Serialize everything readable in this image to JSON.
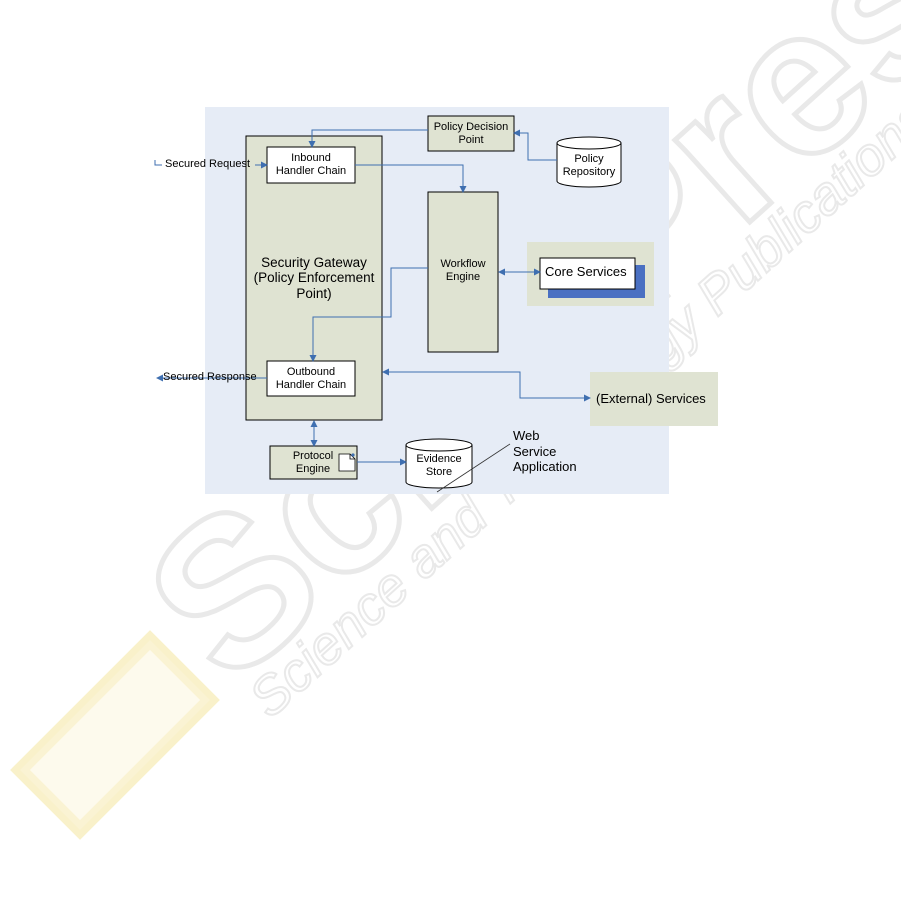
{
  "watermark": {
    "brand": "SciTePress",
    "tagline": "Science and Technology Publications"
  },
  "nodes": {
    "policy_decision_point": "Policy Decision\nPoint",
    "policy_repository": "Policy\nRepository",
    "inbound_handler_chain": "Inbound\nHandler Chain",
    "security_gateway": "Security Gateway\n(Policy Enforcement\nPoint)",
    "workflow_engine": "Workflow\nEngine",
    "core_services": "Core Services",
    "outbound_handler_chain": "Outbound\nHandler Chain",
    "external_services": "(External) Services",
    "protocol_engine": "Protocol\nEngine",
    "evidence_store": "Evidence\nStore",
    "web_service_application": "Web\nService\nApplication"
  },
  "edges": {
    "secured_request": "Secured Request",
    "secured_response": "Secured Response"
  },
  "colors": {
    "app_background": "#e6ecf6",
    "component_fill": "#dfe3d2",
    "arrow": "#3f6fb0",
    "core_services_shadow": "#4a70c2",
    "watermark": "#eeeeee",
    "watermark_yellow": "#f6e9a8"
  }
}
